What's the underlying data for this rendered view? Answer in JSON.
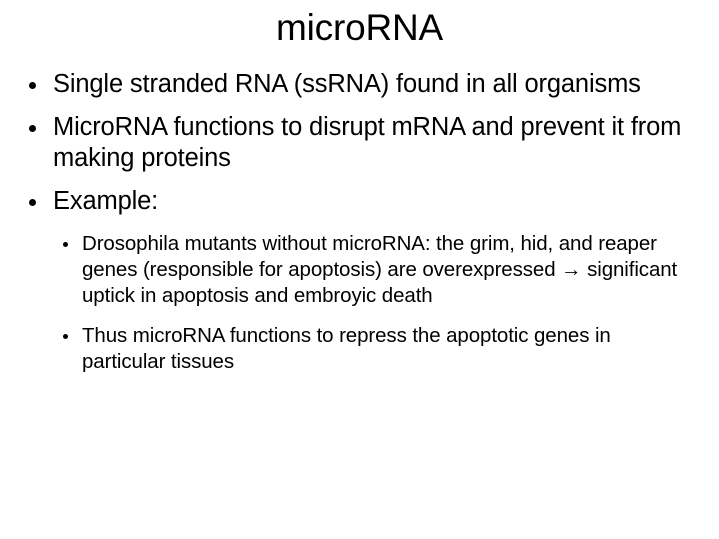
{
  "slide": {
    "title": "microRNA",
    "background_color": "#ffffff",
    "text_color": "#000000",
    "bullets": [
      {
        "level": 1,
        "marker": "disc-bullet-icon",
        "text": "Single stranded RNA (ssRNA) found in all organisms"
      },
      {
        "level": 1,
        "marker": "disc-bullet-icon",
        "text": "MicroRNA functions to disrupt mRNA and prevent it from making proteins"
      },
      {
        "level": 1,
        "marker": "disc-bullet-icon",
        "text": "Example:"
      }
    ],
    "sub_bullets": [
      {
        "level": 2,
        "marker": "disc-bullet-icon",
        "text": "Drosophila mutants without microRNA: the grim, hid, and reaper genes (responsible for apoptosis) are overexpressed → significant uptick in apoptosis and embroyic death"
      },
      {
        "level": 2,
        "marker": "disc-bullet-icon",
        "text": "Thus microRNA functions to repress the apoptotic genes in particular tissues"
      }
    ]
  }
}
